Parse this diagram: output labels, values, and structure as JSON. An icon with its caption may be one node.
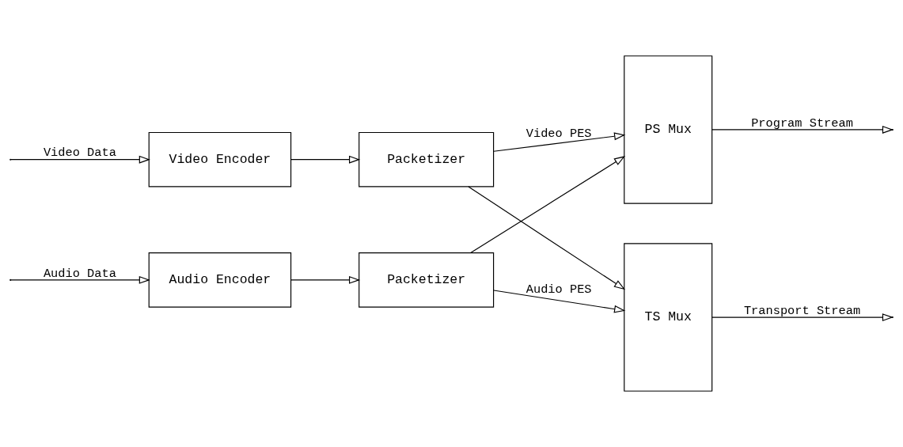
{
  "diagram": {
    "nodes": [
      {
        "text": [
          "Video Encoder"
        ]
      },
      {
        "text": [
          "Packetizer"
        ]
      },
      {
        "text": [
          "Audio Encoder"
        ]
      },
      {
        "text": [
          "Packetizer"
        ]
      },
      {
        "text": [
          "PS Mux"
        ]
      },
      {
        "text": [
          "TS Mux"
        ]
      }
    ],
    "edges": [
      {
        "from": null,
        "to": 0,
        "arrow": "to",
        "label": "Video Data"
      },
      {
        "from": 0,
        "to": 1,
        "arrow": "to"
      },
      {
        "from": 1,
        "to": 4,
        "arrow": "to",
        "label": "Video PES"
      },
      {
        "from": 1,
        "to": 5,
        "arrow": "to"
      },
      {
        "from": null,
        "to": 2,
        "arrow": "to",
        "label": "Audio Data"
      },
      {
        "from": 2,
        "to": 3,
        "arrow": "to"
      },
      {
        "from": 3,
        "to": 4,
        "arrow": "to"
      },
      {
        "from": 3,
        "to": 5,
        "arrow": "to",
        "label": "Audio PES"
      },
      {
        "from": 4,
        "to": null,
        "arrow": "to",
        "label": "Program Stream"
      },
      {
        "from": 5,
        "to": null,
        "arrow": "to",
        "label": "Transport Stream"
      }
    ]
  }
}
